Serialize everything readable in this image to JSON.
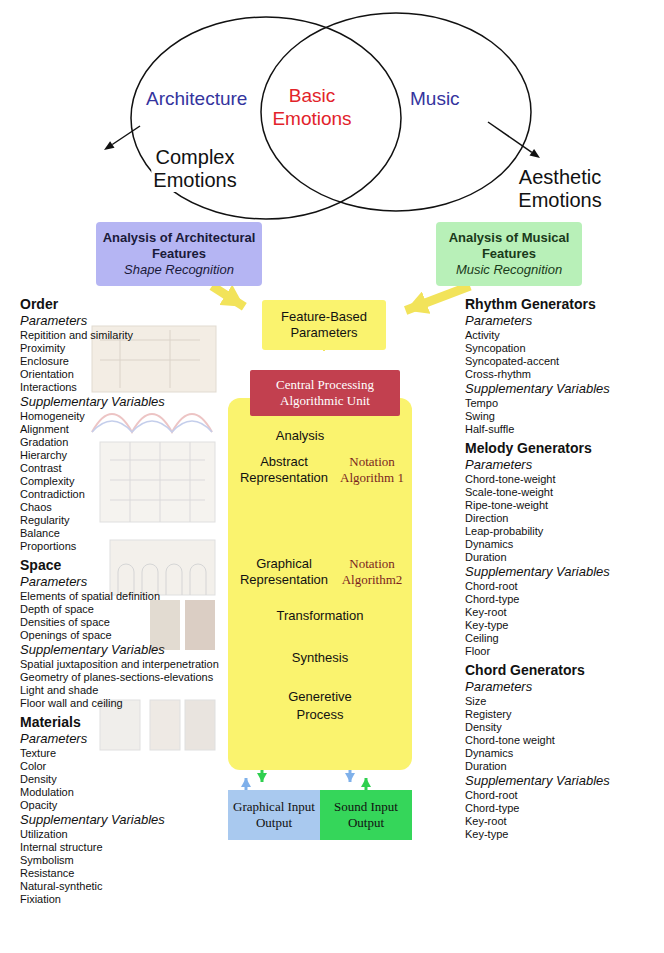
{
  "diagram": {
    "nodes": [
      {
        "text": [
          "Architecture"
        ]
      },
      {
        "text": [
          "Music"
        ]
      },
      {
        "text": [
          "Analysis of Architectural Features",
          "Shape Recognition"
        ]
      },
      {
        "text": [
          "Analysis of Musical Features",
          "Music Recognition"
        ]
      },
      {
        "text": [
          "Feature-Based Parameters"
        ]
      },
      {
        "text": [
          "Central Processing Algorithmic Unit"
        ]
      },
      {
        "text": [
          "Analysis",
          "Abstract Representation",
          "Notation Algorithm 1",
          "Graphical Representation",
          "Notation Algorithm2",
          "Transformation",
          "Synthesis",
          "Generetive Process"
        ]
      },
      {
        "text": [
          "Graphical Input Output"
        ]
      },
      {
        "text": [
          "Sound Input Output"
        ]
      }
    ],
    "edges": [
      {
        "from": 2,
        "to": 4,
        "arrow": "to"
      },
      {
        "from": 3,
        "to": 4,
        "arrow": "to"
      },
      {
        "from": 4,
        "to": 5,
        "arrow": "to"
      },
      {
        "from": 7,
        "to": 6,
        "arrow": "to"
      },
      {
        "from": 6,
        "to": 7,
        "arrow": "to"
      },
      {
        "from": 6,
        "to": 8,
        "arrow": "to"
      },
      {
        "from": 8,
        "to": 6,
        "arrow": "to"
      }
    ],
    "labels": [
      "Basic Emotions",
      "Complex Emotions",
      "Aesthetic Emotions",
      "Order",
      "Parameters",
      "Repitition and similarity",
      "Proximity",
      "Enclosure",
      "Orientation",
      "Interactions",
      "Supplementary Variables",
      "Homogeneity",
      "Alignment",
      "Gradation",
      "Hierarchy",
      "Contrast",
      "Complexity",
      "Contradiction",
      "Chaos",
      "Regularity",
      "Balance",
      "Proportions",
      "Space",
      "Parameters",
      "Elements of spatial definition",
      "Depth of space",
      "Densities of space",
      "Openings of space",
      "Supplementary Variables",
      "Spatial juxtaposition and interpenetration",
      "Geometry of planes-sections-elevations",
      "Light and shade",
      "Floor wall and ceiling",
      "Materials",
      "Parameters",
      "Texture",
      "Color",
      "Density",
      "Modulation",
      "Opacity",
      "Supplementary Variables",
      "Utilization",
      "Internal structure",
      "Symbolism",
      "Resistance",
      "Natural-synthetic",
      "Fixiation",
      "Rhythm Generators",
      "Parameters",
      "Activity",
      "Syncopation",
      "Syncopated-accent",
      "Cross-rhythm",
      "Supplementary Variables",
      "Tempo",
      "Swing",
      "Half-suffle",
      "Melody Generators",
      "Parameters",
      "Chord-tone-weight",
      "Scale-tone-weight",
      "Ripe-tone-weight",
      "Direction",
      "Leap-probability",
      "Dynamics",
      "Duration",
      "Supplementary Variables",
      "Chord-root",
      "Chord-type",
      "Key-root",
      "Key-type",
      "Ceiling",
      "Floor",
      "Chord Generators",
      "Parameters",
      "Size",
      "Registery",
      "Density",
      "Chord-tone weight",
      "Dynamics",
      "Duration",
      "Supplementary Variables",
      "Chord-root",
      "Chord-type",
      "Key-root",
      "Key-type"
    ]
  }
}
